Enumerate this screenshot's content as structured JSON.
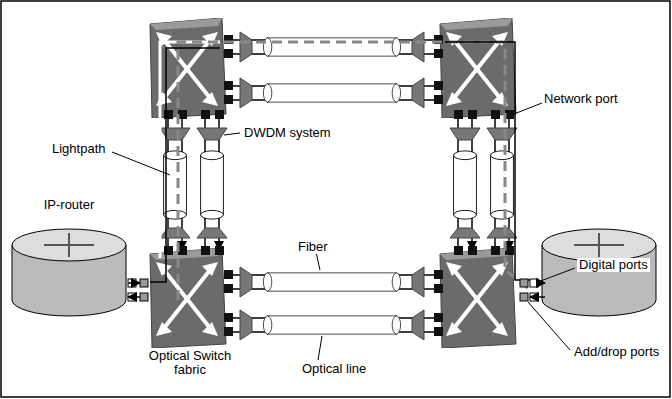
{
  "diagram": {
    "nodes": [
      {
        "text": [
          "IP-router"
        ]
      },
      {
        "text": [
          "Optical Switch fabric"
        ]
      }
    ],
    "edges": [
      {
        "from": 0,
        "to": 1,
        "arrow": "to"
      },
      {
        "from": 1,
        "to": 0,
        "arrow": "to"
      }
    ],
    "labels": [
      "Network port",
      "DWDM system",
      "Lightpath",
      "Fiber",
      "Digital ports",
      "Add/drop ports",
      "Optical line"
    ]
  }
}
